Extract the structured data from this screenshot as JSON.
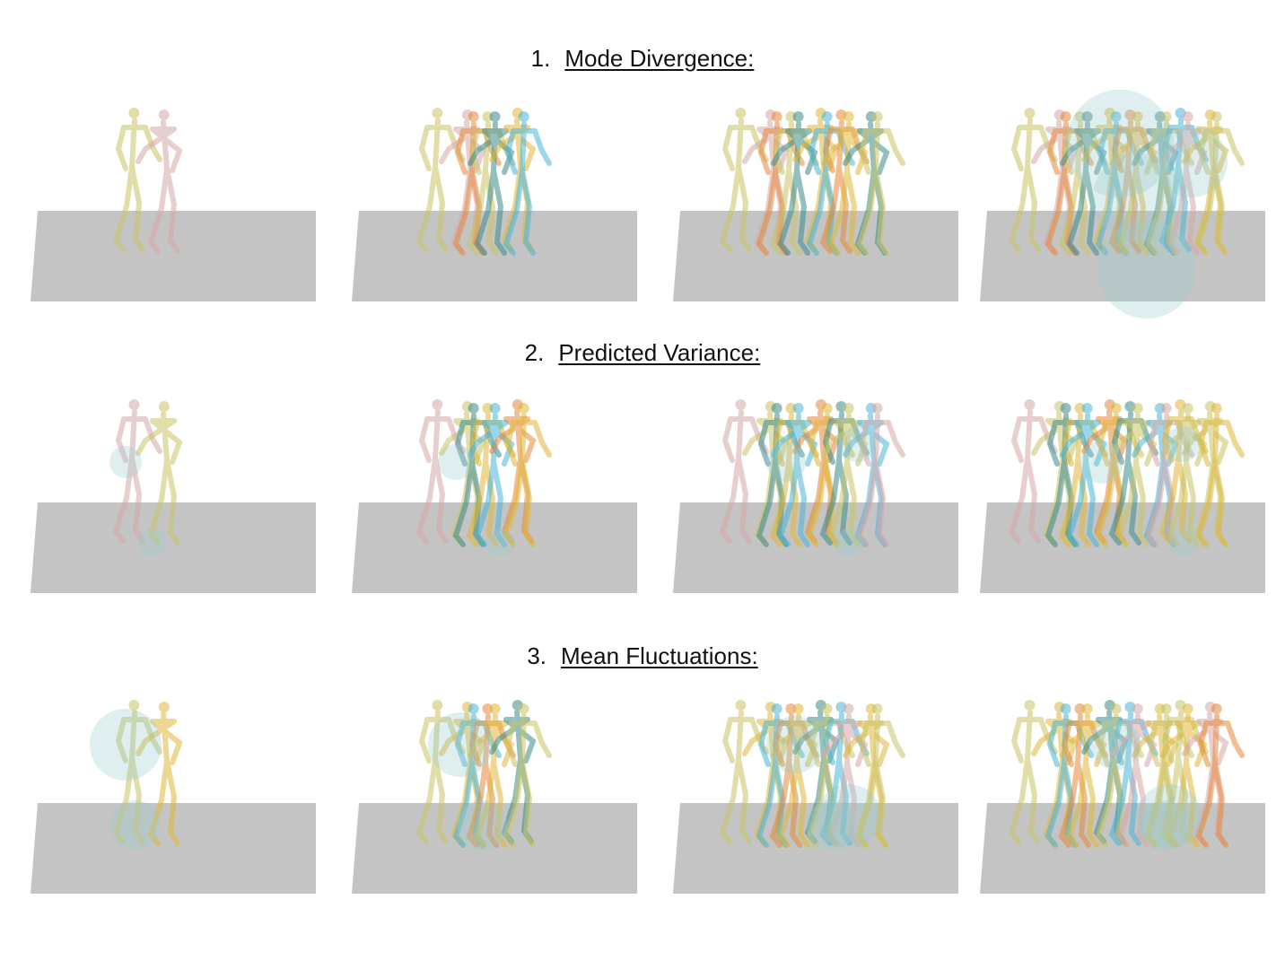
{
  "sections": [
    {
      "number": "1.",
      "title": "Mode Divergence:"
    },
    {
      "number": "2.",
      "title": "Predicted Variance:"
    },
    {
      "number": "3.",
      "title": "Mean Fluctuations:"
    }
  ],
  "colors": {
    "ground": "#c4c4c4",
    "olive": "#c9c466",
    "yellow": "#e0b83a",
    "orange": "#e58a3a",
    "pink": "#d7a8a8",
    "teal": "#3d8c8c",
    "cyan": "#4ab5d8",
    "uncertainty": "#9ccaca"
  }
}
